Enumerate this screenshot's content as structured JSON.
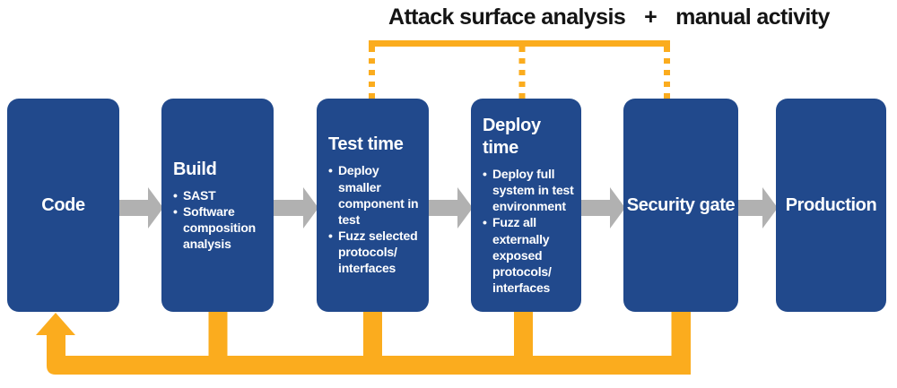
{
  "title": {
    "bracket_label": "Attack surface analysis",
    "plus": "+",
    "extra_label": "manual activity"
  },
  "boxes": [
    {
      "title": "Code",
      "bullets": []
    },
    {
      "title": "Build",
      "bullets": [
        "SAST",
        "Software composition analysis"
      ]
    },
    {
      "title": "Test time",
      "bullets": [
        "Deploy smaller component in test",
        "Fuzz selected protocols/ interfaces"
      ]
    },
    {
      "title": "Deploy time",
      "bullets": [
        "Deploy full system in test environment",
        "Fuzz all externally exposed protocols/ interfaces"
      ]
    },
    {
      "title": "Security gate",
      "bullets": []
    },
    {
      "title": "Production",
      "bullets": []
    }
  ],
  "colors": {
    "box_blue": "#21498C",
    "accent_orange": "#FBAC1E",
    "arrow_gray": "#B1B1B1",
    "title_black": "#141414",
    "box_text": "#FFFFFF"
  }
}
